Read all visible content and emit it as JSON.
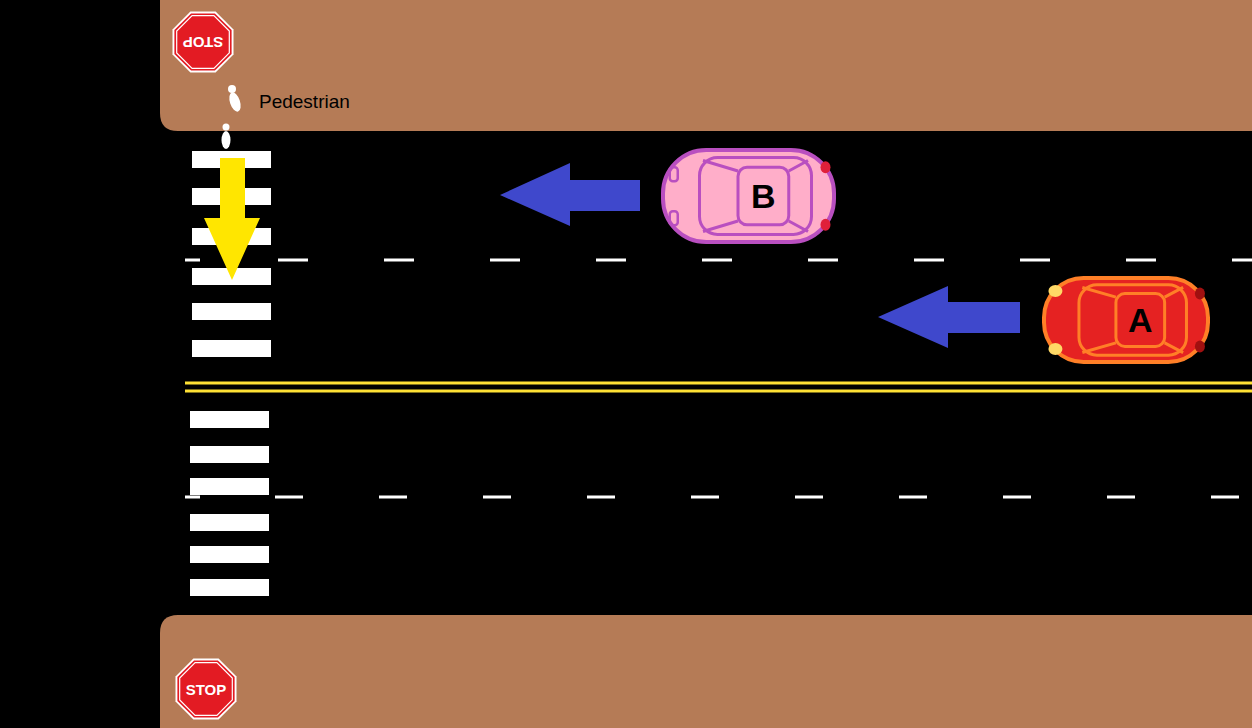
{
  "diagram": {
    "nodes": [
      {
        "text": [
          "STOP"
        ]
      },
      {
        "text": [
          "B"
        ]
      },
      {
        "text": [
          "A"
        ]
      },
      {
        "text": [
          "STOP"
        ]
      }
    ],
    "labels": [
      "Pedestrian"
    ]
  }
}
